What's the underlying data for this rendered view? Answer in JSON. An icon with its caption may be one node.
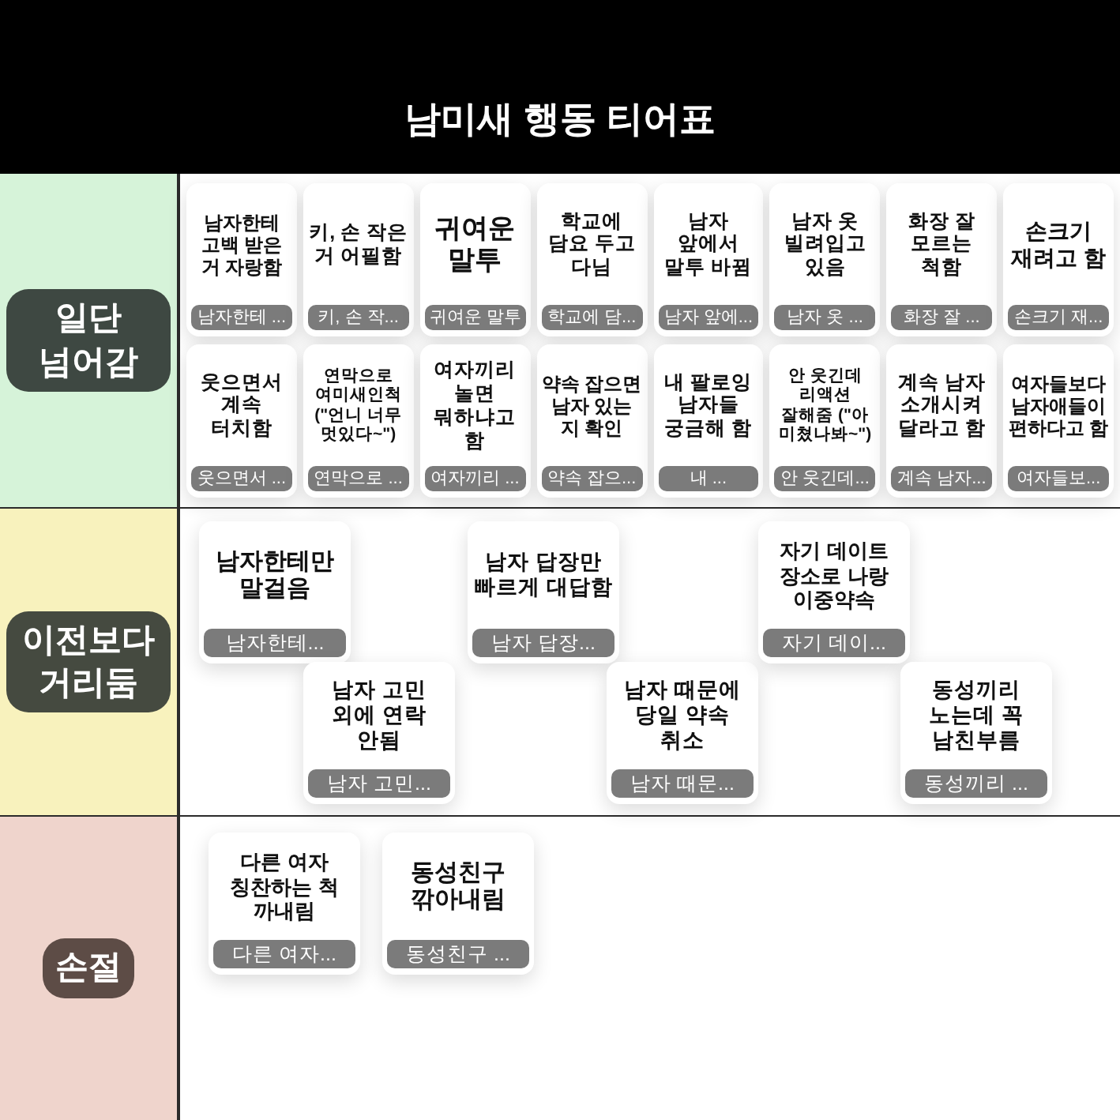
{
  "diagram": {
    "title": "남미새 행동 티어표",
    "nodes": [
      {
        "text": [
          "일단 넘어감"
        ]
      },
      {
        "text": [
          "남자한테 고백 받은 거 자랑함",
          "남자한테 ..."
        ],
        "in": 0
      },
      {
        "text": [
          "키, 손 작은 거 어필함",
          "키, 손 작..."
        ],
        "in": 0
      },
      {
        "text": [
          "귀여운 말투",
          "귀여운 말투"
        ],
        "in": 0
      },
      {
        "text": [
          "학교에 담요 두고 다님",
          "학교에 담..."
        ],
        "in": 0
      },
      {
        "text": [
          "남자 앞에서 말투 바뀜",
          "남자 앞에..."
        ],
        "in": 0
      },
      {
        "text": [
          "남자 옷 빌려입고 있음",
          "남자 옷 ..."
        ],
        "in": 0
      },
      {
        "text": [
          "화장 잘 모르는 척함",
          "화장 잘 ..."
        ],
        "in": 0
      },
      {
        "text": [
          "손크기 재려고 함",
          "손크기 재..."
        ],
        "in": 0
      },
      {
        "text": [
          "웃으면서 계속 터치함",
          "웃으면서 ..."
        ],
        "in": 0
      },
      {
        "text": [
          "연막으로 여미새인척 (\"언니 너무 멋있다~\")",
          "연막으로 ..."
        ],
        "in": 0
      },
      {
        "text": [
          "여자끼리 놀면 뭐하냐고 함",
          "여자끼리 ..."
        ],
        "in": 0
      },
      {
        "text": [
          "약속 잡으면 남자 있는 지 확인",
          "약속 잡으..."
        ],
        "in": 0
      },
      {
        "text": [
          "내 팔로잉 남자들 궁금해 함",
          "내 ..."
        ],
        "in": 0
      },
      {
        "text": [
          "안 웃긴데 리액션 잘해줌 (\"아 미쳤나봐~\")",
          "안 웃긴데..."
        ],
        "in": 0
      },
      {
        "text": [
          "계속 남자 소개시켜달라고 함",
          "계속 남자..."
        ],
        "in": 0
      },
      {
        "text": [
          "여자들보다 남자애들이 편하다고 함",
          "여자들보..."
        ],
        "in": 0
      },
      {
        "text": [
          "이전보다 거리둠"
        ]
      },
      {
        "text": [
          "남자한테만 말걸음",
          "남자한테..."
        ],
        "in": 17
      },
      {
        "text": [
          "남자 고민 외에 연락 안됨",
          "남자 고민..."
        ],
        "in": 17
      },
      {
        "text": [
          "남자 답장만 빠르게 대답함",
          "남자 답장..."
        ],
        "in": 17
      },
      {
        "text": [
          "남자 때문에 당일 약속 취소",
          "남자 때문..."
        ],
        "in": 17
      },
      {
        "text": [
          "자기 데이트 장소로 나랑 이중약속",
          "자기 데이..."
        ],
        "in": 17
      },
      {
        "text": [
          "동성끼리 노는데 꼭 남친부름",
          "동성끼리 ..."
        ],
        "in": 17
      },
      {
        "text": [
          "손절"
        ]
      },
      {
        "text": [
          "다른 여자 칭찬하는 척 까내림",
          "다른 여자..."
        ],
        "in": 24
      },
      {
        "text": [
          "동성친구 깎아내림",
          "동성친구 ..."
        ],
        "in": 24
      }
    ]
  }
}
